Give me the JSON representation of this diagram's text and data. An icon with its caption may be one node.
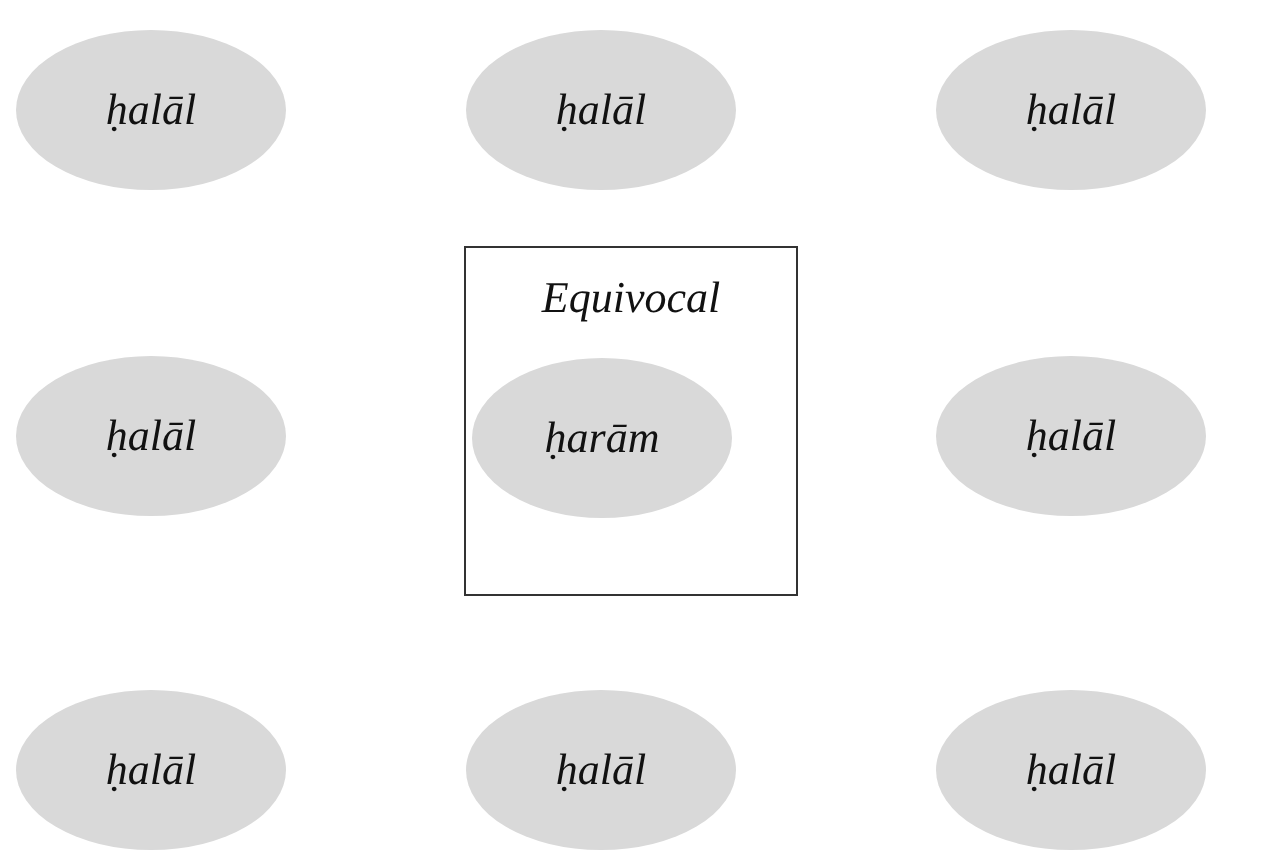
{
  "diagram": {
    "nodes": [
      {
        "text": [
          "ḥalāl"
        ]
      },
      {
        "text": [
          "ḥalāl"
        ]
      },
      {
        "text": [
          "ḥalāl"
        ]
      },
      {
        "text": [
          "ḥalāl"
        ]
      },
      {
        "text": [
          "Equivocal"
        ]
      },
      {
        "text": [
          "ḥarām"
        ],
        "in": 4
      },
      {
        "text": [
          "ḥalāl"
        ]
      },
      {
        "text": [
          "ḥalāl"
        ]
      },
      {
        "text": [
          "ḥalāl"
        ]
      },
      {
        "text": [
          "ḥalāl"
        ]
      }
    ],
    "edges": []
  }
}
